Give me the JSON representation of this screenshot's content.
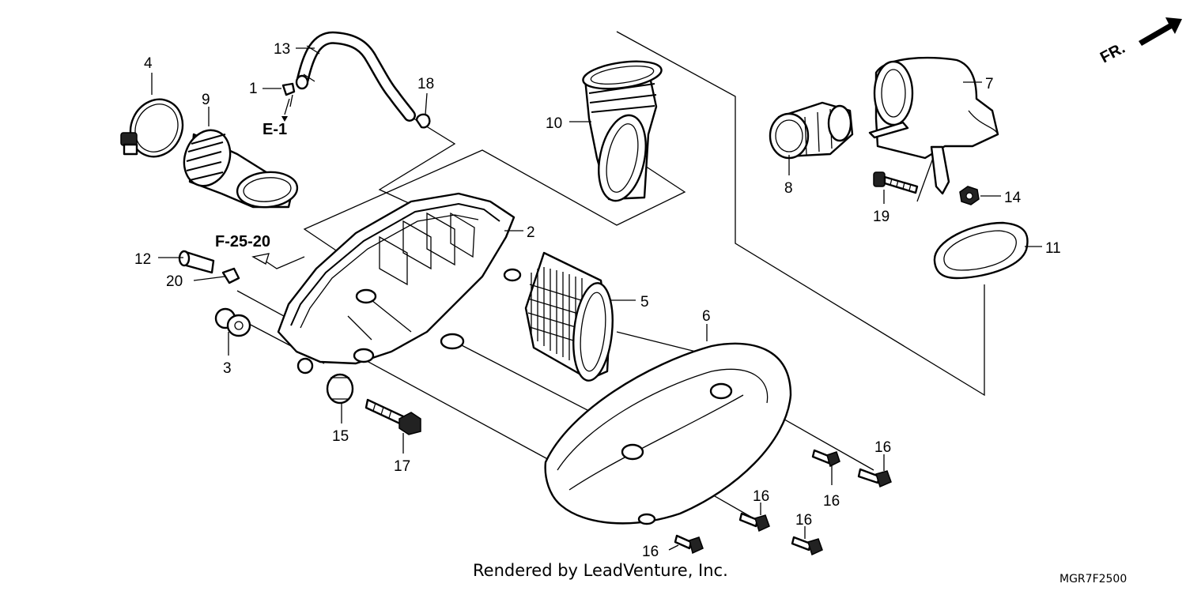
{
  "diagram": {
    "labels": {
      "p1": "1",
      "p2": "2",
      "p3": "3",
      "p4": "4",
      "p5": "5",
      "p6": "6",
      "p7": "7",
      "p8": "8",
      "p9": "9",
      "p10": "10",
      "p11": "11",
      "p12": "12",
      "p13": "13",
      "p14": "14",
      "p15": "15",
      "p16a": "16",
      "p16b": "16",
      "p16c": "16",
      "p16d": "16",
      "p16e": "16",
      "p17": "17",
      "p18": "18",
      "p19": "19",
      "p20": "20"
    },
    "refs": {
      "e1": "E-1",
      "f2520": "F-25-20"
    },
    "direction": "FR.",
    "footer": "Rendered by LeadVenture, Inc.",
    "drawing_code": "MGR7F2500"
  }
}
